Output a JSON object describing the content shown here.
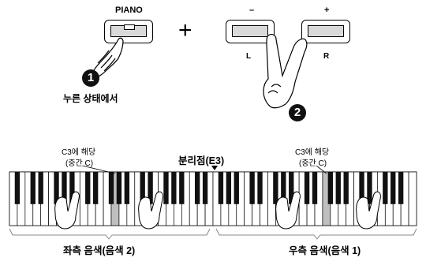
{
  "top": {
    "piano_button_label": "PIANO",
    "plus_sign": "+",
    "minus_button_label": "–",
    "plus_button_label": "+",
    "left_label": "L",
    "right_label": "R",
    "step1_number": "1",
    "step1_caption": "누른 상태에서",
    "step2_number": "2"
  },
  "keyboard": {
    "c3_left_line1": "C3에 해당",
    "c3_left_line2": "(중간 C)",
    "split_point": "분리점(E3)",
    "c3_right_line1": "C3에 해당",
    "c3_right_line2": "(중간 C)",
    "left_voice": "좌측 음색(음색 2)",
    "right_voice": "우측 음색(음색 1)"
  },
  "colors": {
    "highlight_key": "#bfbfbf",
    "button_fill": "#d9d9d9"
  }
}
